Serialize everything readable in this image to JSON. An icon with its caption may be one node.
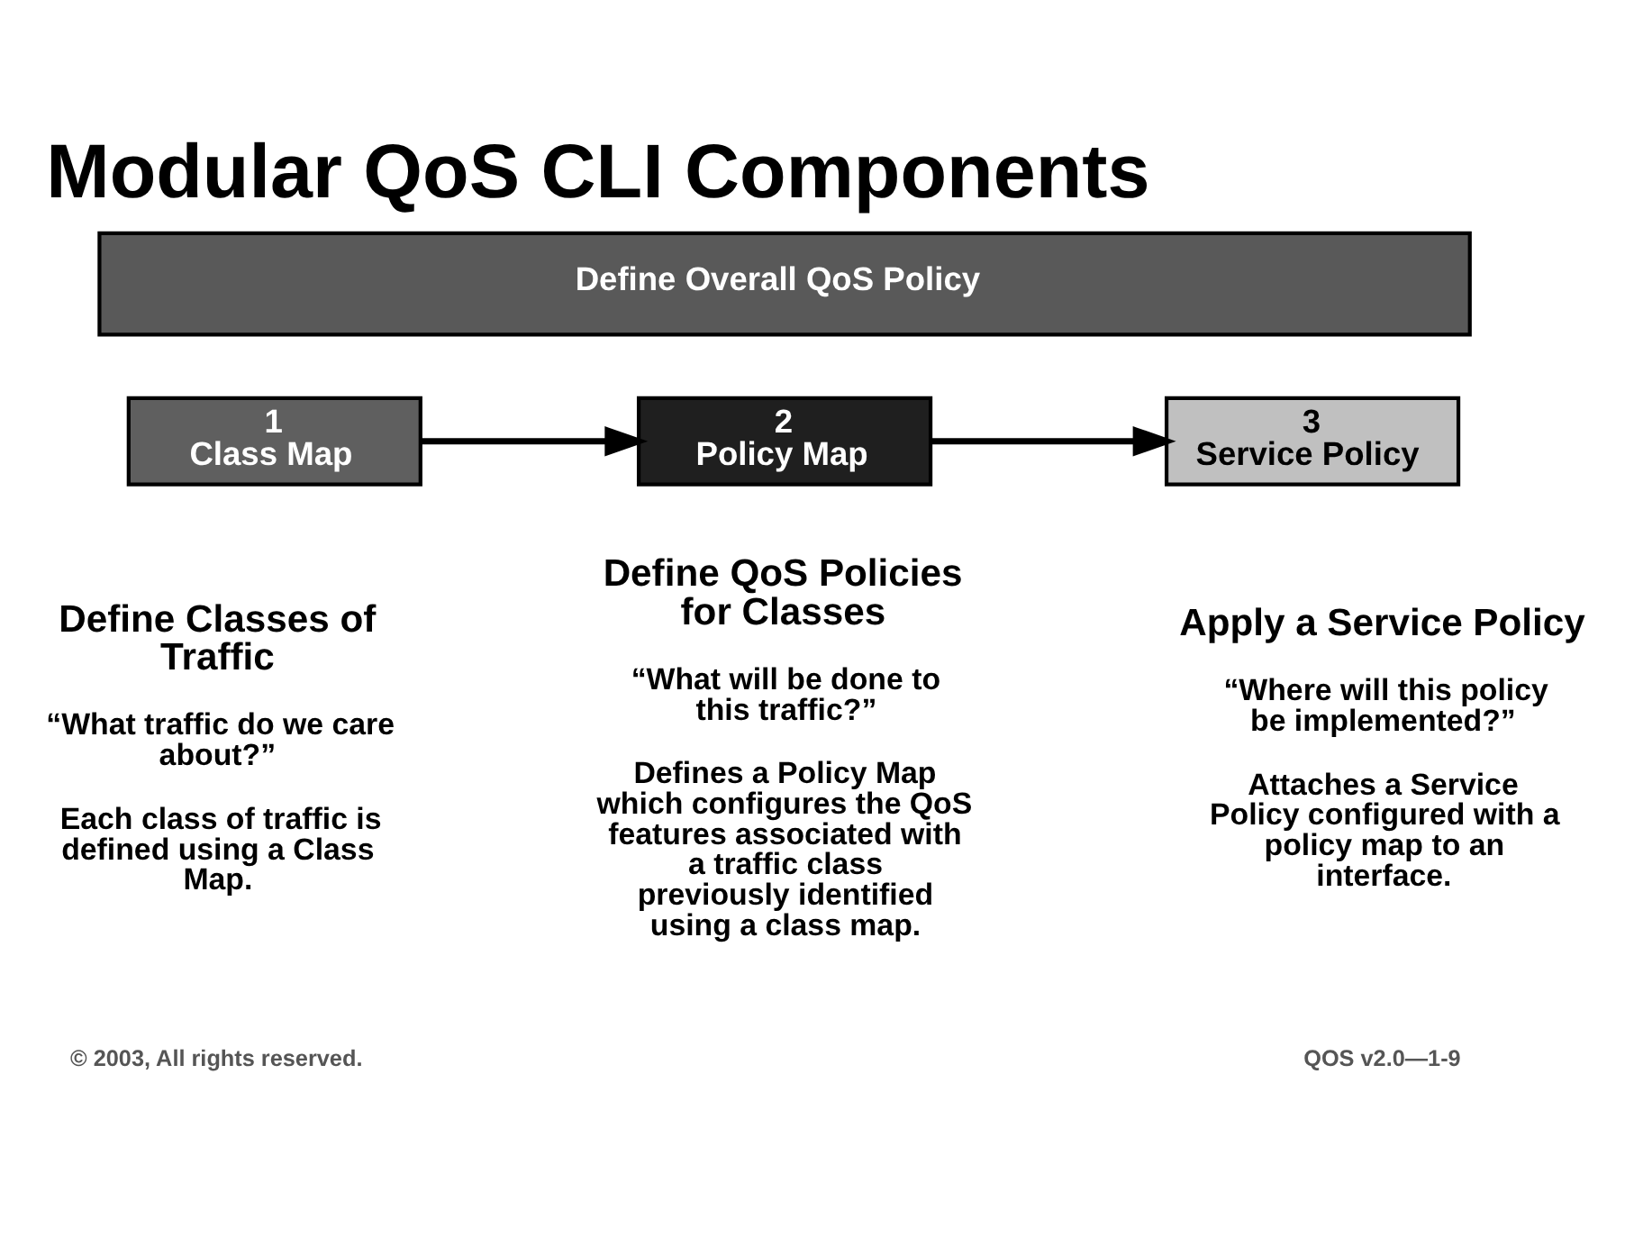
{
  "diagram": {
    "title": "Modular QoS CLI Components",
    "nodes": [
      {
        "text": [
          "Define Overall QoS Policy"
        ]
      },
      {
        "text": [
          "1",
          "Class Map"
        ],
        "beside": [
          "Define Classes of Traffic",
          "“What traffic do we care about?”",
          "Each class of traffic is defined using a Class Map."
        ]
      },
      {
        "text": [
          "2",
          "Policy Map"
        ],
        "beside": [
          "Define QoS Policies for Classes",
          "“What will be done to this traffic?”",
          "Defines a Policy Map which configures the QoS features associated with a traffic class previously identified using a class map."
        ]
      },
      {
        "text": [
          "3",
          "Service Policy"
        ],
        "beside": [
          "Apply a Service Policy",
          "“Where will this policy be implemented?”",
          "Attaches a Service Policy configured with a policy map to an interface."
        ]
      }
    ],
    "edges": [
      {
        "from": 1,
        "to": 2,
        "arrow": "to"
      },
      {
        "from": 2,
        "to": 3,
        "arrow": "to"
      }
    ],
    "labels": [
      "© 2003, All rights reserved.",
      "QOS v2.0—1-9"
    ]
  }
}
